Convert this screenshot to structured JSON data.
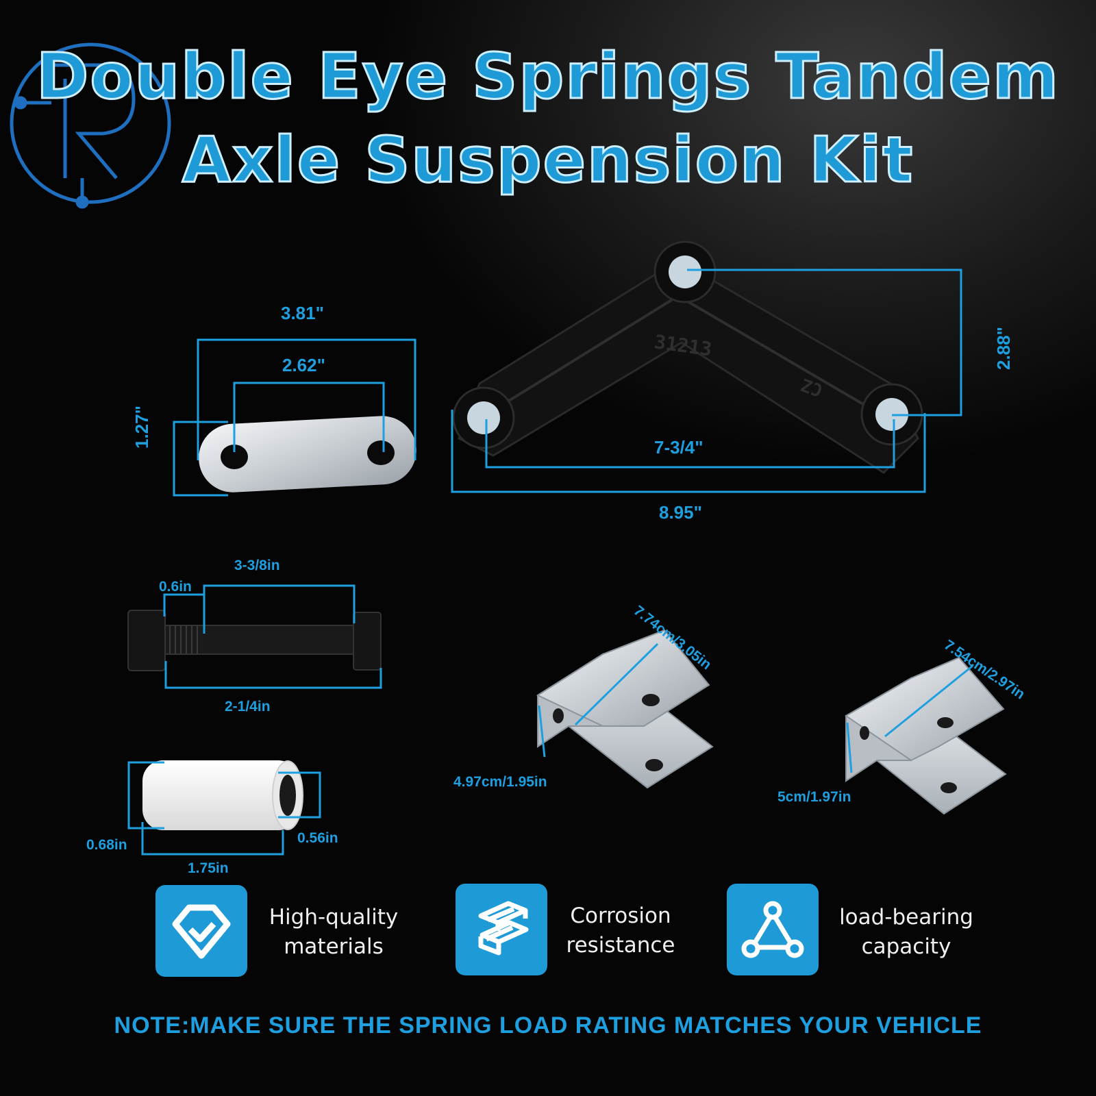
{
  "title": {
    "line1": "Double Eye Springs Tandem",
    "line2": "Axle Suspension Kit"
  },
  "shackle": {
    "width_total": "3.81\"",
    "hole_spacing": "2.62\"",
    "height": "1.27\""
  },
  "equalizer": {
    "part_number": "31213",
    "mark": "CZ",
    "height": "2.88\"",
    "hole_spacing": "7-3/4\"",
    "length": "8.95\""
  },
  "bolt": {
    "total": "3-3/8in",
    "head": "0.6in",
    "thread": "2-1/4in"
  },
  "bushing": {
    "outer": "0.68in",
    "inner": "0.56in",
    "length": "1.75in"
  },
  "hanger_large": {
    "length": "7.74cm/3.05in",
    "height": "4.97cm/1.95in"
  },
  "hanger_small": {
    "length": "7.54cm/2.97in",
    "height": "5cm/1.97in"
  },
  "features": [
    {
      "icon": "diamond-check-icon",
      "line1": "High-quality",
      "line2": "materials"
    },
    {
      "icon": "steel-beam-icon",
      "line1": "Corrosion",
      "line2": "resistance"
    },
    {
      "icon": "triangle-nodes-icon",
      "line1": "load-bearing",
      "line2": "capacity"
    }
  ],
  "note": "NOTE:MAKE SURE THE SPRING LOAD RATING MATCHES YOUR VEHICLE",
  "colors": {
    "accent": "#1e9ad6",
    "background": "#0a0a0a"
  }
}
